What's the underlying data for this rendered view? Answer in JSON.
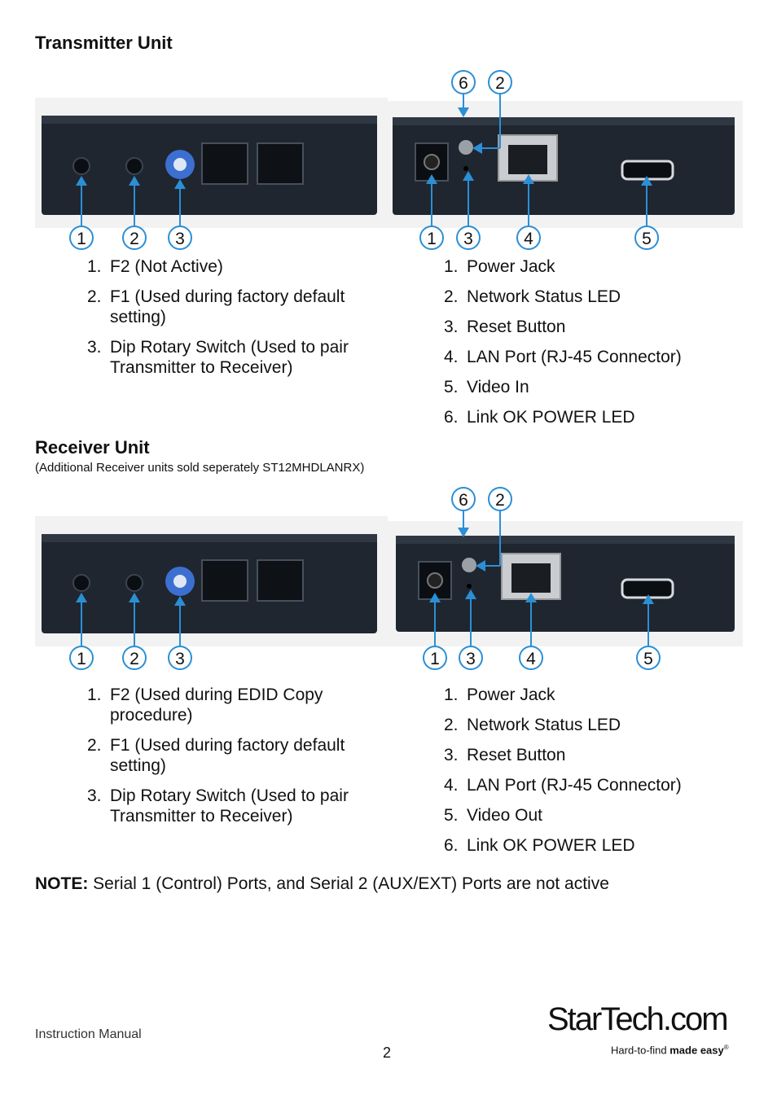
{
  "transmitter": {
    "heading": "Transmitter Unit",
    "left_callouts": [
      "1",
      "2",
      "3"
    ],
    "right_top_callouts": [
      "6",
      "2"
    ],
    "right_bottom_callouts": [
      "1",
      "3",
      "4",
      "5"
    ],
    "left_items": [
      {
        "num": "1.",
        "text": "F2 (Not Active)"
      },
      {
        "num": "2.",
        "text": "F1 (Used during factory default setting)"
      },
      {
        "num": "3.",
        "text": "Dip Rotary Switch (Used to pair Transmitter to Receiver)"
      }
    ],
    "right_items": [
      {
        "num": "1.",
        "text": "Power Jack"
      },
      {
        "num": "2.",
        "text": "Network Status LED"
      },
      {
        "num": "3.",
        "text": "Reset Button"
      },
      {
        "num": "4.",
        "text": "LAN Port (RJ-45 Connector)"
      },
      {
        "num": "5.",
        "text": "Video In"
      },
      {
        "num": "6.",
        "text": "Link OK POWER LED"
      }
    ]
  },
  "receiver": {
    "heading": "Receiver Unit",
    "subnote": "(Additional Receiver units sold seperately ST12MHDLANRX)",
    "left_callouts": [
      "1",
      "2",
      "3"
    ],
    "right_top_callouts": [
      "6",
      "2"
    ],
    "right_bottom_callouts": [
      "1",
      "3",
      "4",
      "5"
    ],
    "left_items": [
      {
        "num": "1.",
        "text": "F2 (Used during EDID Copy procedure)"
      },
      {
        "num": "2.",
        "text": "F1 (Used during factory default setting)"
      },
      {
        "num": "3.",
        "text": "Dip Rotary Switch (Used to pair Transmitter to Receiver)"
      }
    ],
    "right_items": [
      {
        "num": "1.",
        "text": "Power Jack"
      },
      {
        "num": "2.",
        "text": "Network Status LED"
      },
      {
        "num": "3.",
        "text": "Reset Button"
      },
      {
        "num": "4.",
        "text": "LAN Port (RJ-45 Connector)"
      },
      {
        "num": "5.",
        "text": "Video Out"
      },
      {
        "num": "6.",
        "text": "Link OK POWER LED"
      }
    ]
  },
  "note": {
    "label": "NOTE:",
    "text": " Serial 1 (Control) Ports, and Serial 2 (AUX/EXT) Ports are not active"
  },
  "footer": {
    "left": "Instruction Manual",
    "page": "2"
  },
  "logo": {
    "word": "StarTech.com",
    "tag_plain": "Hard-to-find ",
    "tag_bold": "made easy",
    "tag_mark": "®"
  },
  "colors": {
    "callout_blue": "#2b8fd6",
    "device_dark": "#1f2630",
    "panel_bg": "#f3f3f3"
  }
}
